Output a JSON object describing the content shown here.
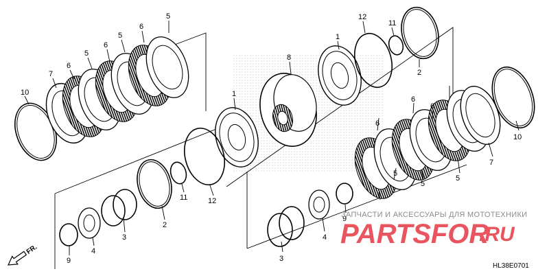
{
  "diagram": {
    "code": "HL38E0701",
    "front_label": "FR.",
    "watermark_line": "ЗАПЧАСТИ И АКСЕССУАРЫ ДЛЯ МОТОТЕХНИКИ",
    "brand_main": "PARTSFOR",
    "brand_suffix": ".RU",
    "callouts": [
      "10",
      "7",
      "6",
      "5",
      "6",
      "5",
      "6",
      "5",
      "1",
      "8",
      "12",
      "11",
      "2",
      "1",
      "11",
      "12",
      "2",
      "3",
      "4",
      "9",
      "6",
      "5",
      "6",
      "5",
      "6",
      "5",
      "7",
      "10",
      "9",
      "4",
      "3"
    ],
    "colors": {
      "line": "#000000",
      "brand": "#e8555e",
      "watermark": "#8a8a8a"
    }
  }
}
